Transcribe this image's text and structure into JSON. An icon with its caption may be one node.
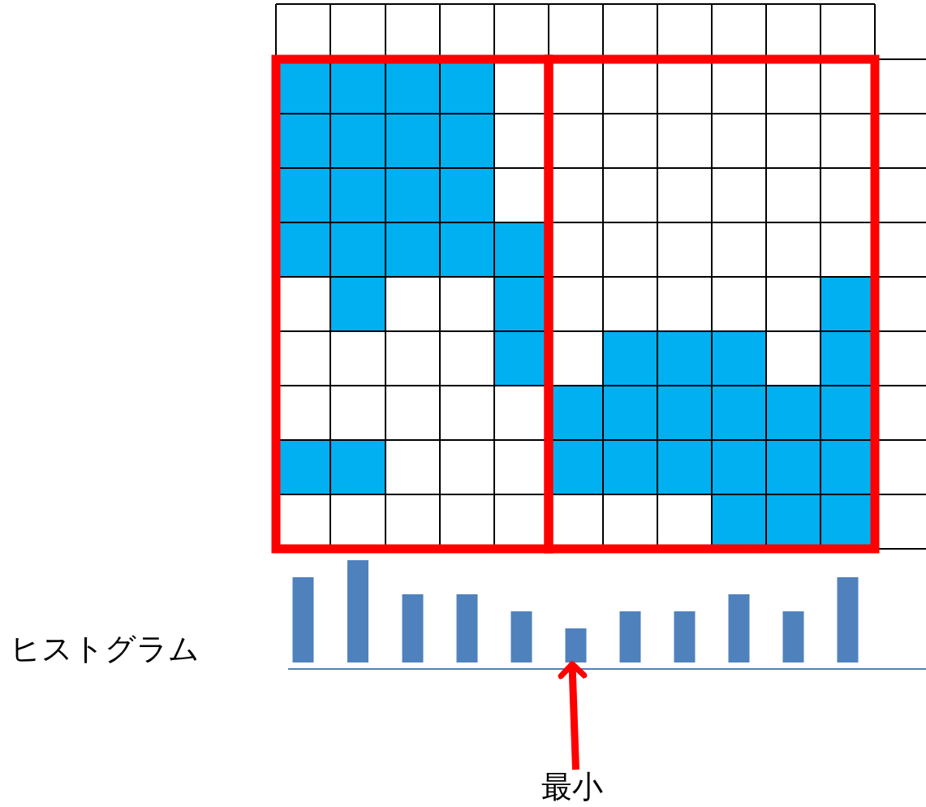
{
  "diagram": {
    "nodes": [
      {
        "text": [
          "最小"
        ]
      },
      {
        "text": [],
        "shape": "bar"
      }
    ],
    "edges": [
      {
        "from": 0,
        "to": 1,
        "arrow": "to"
      }
    ],
    "labels": [
      "ヒストグラム"
    ]
  }
}
